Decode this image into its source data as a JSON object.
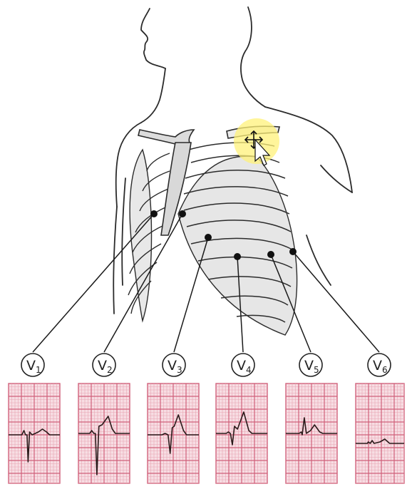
{
  "leads": [
    {
      "id": "V1",
      "letter": "V",
      "sub": "1"
    },
    {
      "id": "V2",
      "letter": "V",
      "sub": "2"
    },
    {
      "id": "V3",
      "letter": "V",
      "sub": "3"
    },
    {
      "id": "V4",
      "letter": "V",
      "sub": "4"
    },
    {
      "id": "V5",
      "letter": "V",
      "sub": "5"
    },
    {
      "id": "V6",
      "letter": "V",
      "sub": "6"
    }
  ],
  "colors": {
    "ecg_paper": "#f7dde3",
    "grid_major": "#d0607a",
    "grid_minor": "#e8a6b3",
    "highlight": "#fff27a",
    "rib_fill": "#e4e4e4",
    "outline": "#2b2b2b"
  },
  "icons": [
    "move-cursor-icon",
    "pointer-cursor-icon"
  ]
}
